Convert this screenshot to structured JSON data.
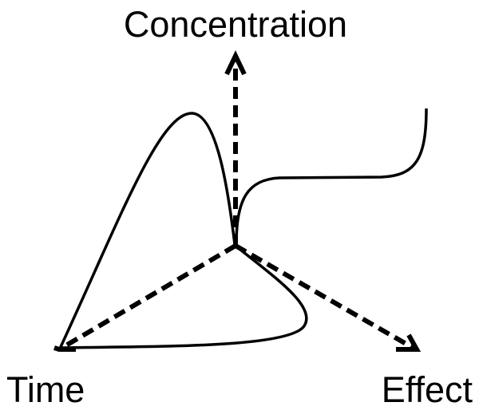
{
  "labels": {
    "concentration": "Concentration",
    "time": "Time",
    "effect": "Effect"
  },
  "colors": {
    "stroke": "#000000",
    "background": "#ffffff"
  }
}
